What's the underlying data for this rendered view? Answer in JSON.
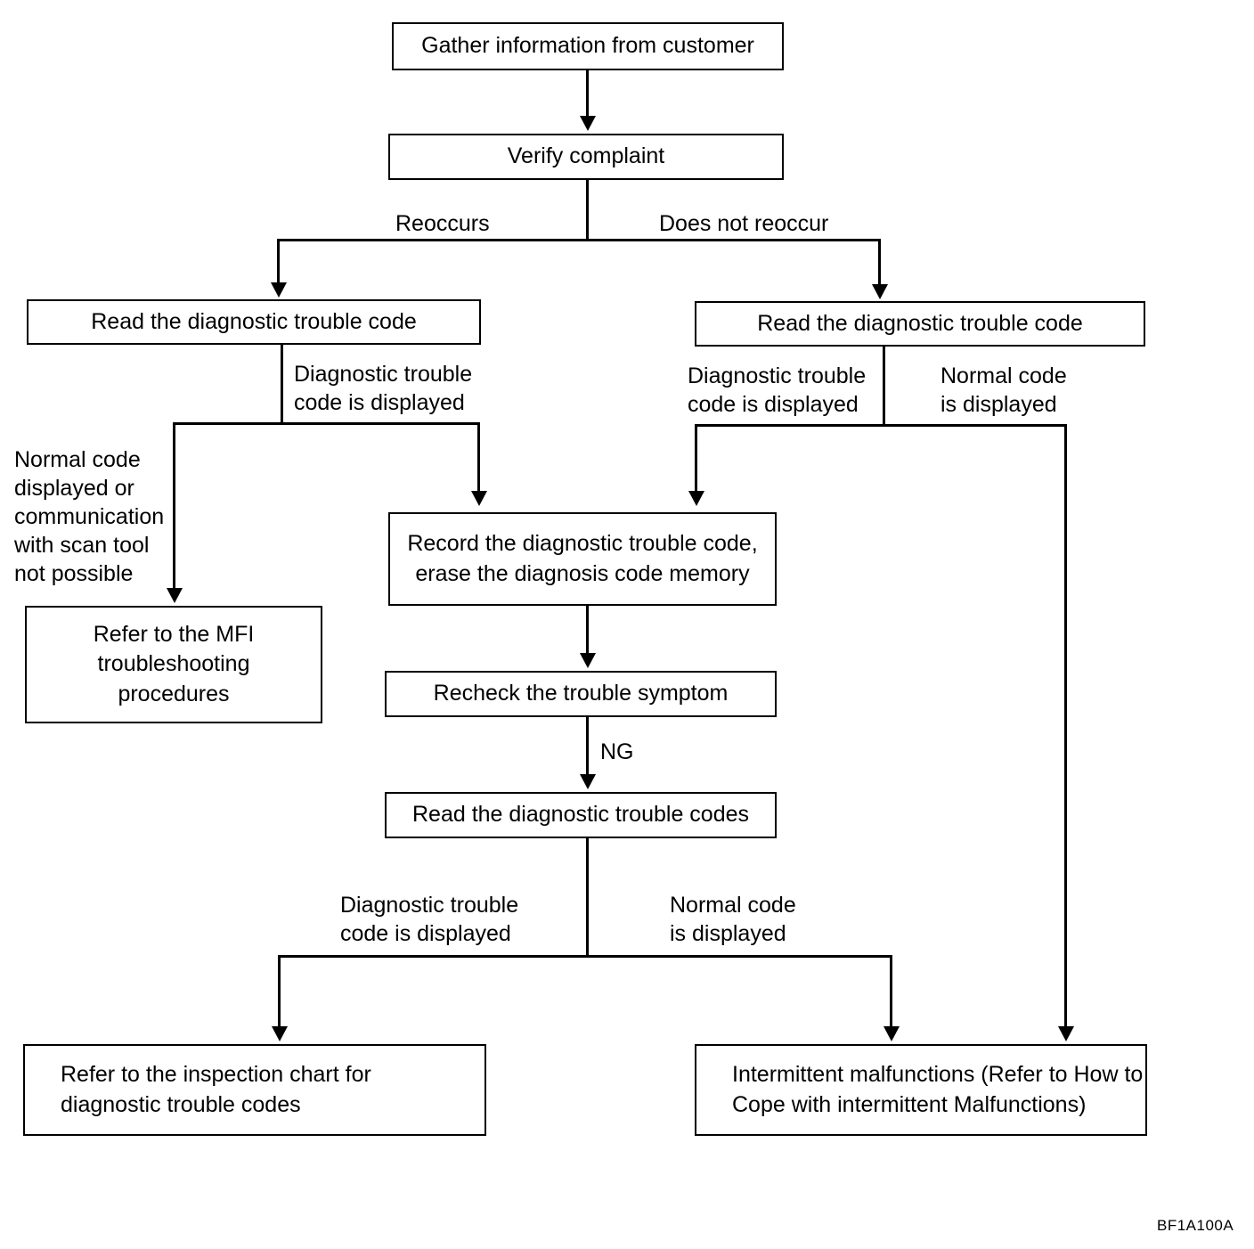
{
  "figure": {
    "reference_code": "BF1A100A",
    "type": "flowchart",
    "title": "Diagnostic trouble code troubleshooting flow"
  },
  "nodes": {
    "gather": "Gather information from customer",
    "verify": "Verify complaint",
    "read_left": "Read the diagnostic trouble code",
    "read_right": "Read the diagnostic trouble code",
    "refer_mfi": "Refer to the MFI\ntroubleshooting\nprocedures",
    "record": "Record the diagnostic trouble code,\nerase the diagnosis code memory",
    "recheck": "Recheck the trouble symptom",
    "read_codes": "Read the diagnostic trouble codes",
    "refer_chart": "Refer to the inspection chart for\ndiagnostic trouble codes",
    "intermittent": "Intermittent malfunctions (Refer to How to\nCope with intermittent Malfunctions)"
  },
  "edge_labels": {
    "reoccurs": "Reoccurs",
    "does_not_reoccur": "Does not reoccur",
    "dtc_displayed_left": "Diagnostic trouble\ncode is displayed",
    "normal_or_no_comm": "Normal code\ndisplayed or\ncommunication\nwith scan tool\nnot possible",
    "dtc_displayed_right": "Diagnostic trouble\ncode is displayed",
    "normal_displayed_right": "Normal code\nis displayed",
    "ng": "NG",
    "dtc_displayed_bottom": "Diagnostic trouble\ncode is displayed",
    "normal_displayed_bottom": "Normal code\nis displayed"
  },
  "colors": {
    "line": "#000000",
    "box_fill": "#ffffff",
    "text": "#000000",
    "background": "#ffffff"
  },
  "chart_data": {
    "type": "table",
    "title": "Diagnostic trouble code troubleshooting flow",
    "nodes": [
      {
        "id": "gather",
        "label": "Gather information from customer"
      },
      {
        "id": "verify",
        "label": "Verify complaint"
      },
      {
        "id": "read_left",
        "label": "Read the diagnostic trouble code"
      },
      {
        "id": "read_right",
        "label": "Read the diagnostic trouble code"
      },
      {
        "id": "refer_mfi",
        "label": "Refer to the MFI troubleshooting procedures"
      },
      {
        "id": "record",
        "label": "Record the diagnostic trouble code, erase the diagnosis code memory"
      },
      {
        "id": "recheck",
        "label": "Recheck the trouble symptom"
      },
      {
        "id": "read_codes",
        "label": "Read the diagnostic trouble codes"
      },
      {
        "id": "refer_chart",
        "label": "Refer to the inspection chart for diagnostic trouble codes"
      },
      {
        "id": "intermittent",
        "label": "Intermittent malfunctions (Refer to How to Cope with intermittent Malfunctions)"
      }
    ],
    "edges": [
      {
        "from": "gather",
        "to": "verify",
        "label": ""
      },
      {
        "from": "verify",
        "to": "read_left",
        "label": "Reoccurs"
      },
      {
        "from": "verify",
        "to": "read_right",
        "label": "Does not reoccur"
      },
      {
        "from": "read_left",
        "to": "refer_mfi",
        "label": "Normal code displayed or communication with scan tool not possible"
      },
      {
        "from": "read_left",
        "to": "record",
        "label": "Diagnostic trouble code is displayed"
      },
      {
        "from": "read_right",
        "to": "record",
        "label": "Diagnostic trouble code is displayed"
      },
      {
        "from": "read_right",
        "to": "intermittent",
        "label": "Normal code is displayed"
      },
      {
        "from": "record",
        "to": "recheck",
        "label": ""
      },
      {
        "from": "recheck",
        "to": "read_codes",
        "label": "NG"
      },
      {
        "from": "read_codes",
        "to": "refer_chart",
        "label": "Diagnostic trouble code is displayed"
      },
      {
        "from": "read_codes",
        "to": "intermittent",
        "label": "Normal code is displayed"
      }
    ]
  }
}
